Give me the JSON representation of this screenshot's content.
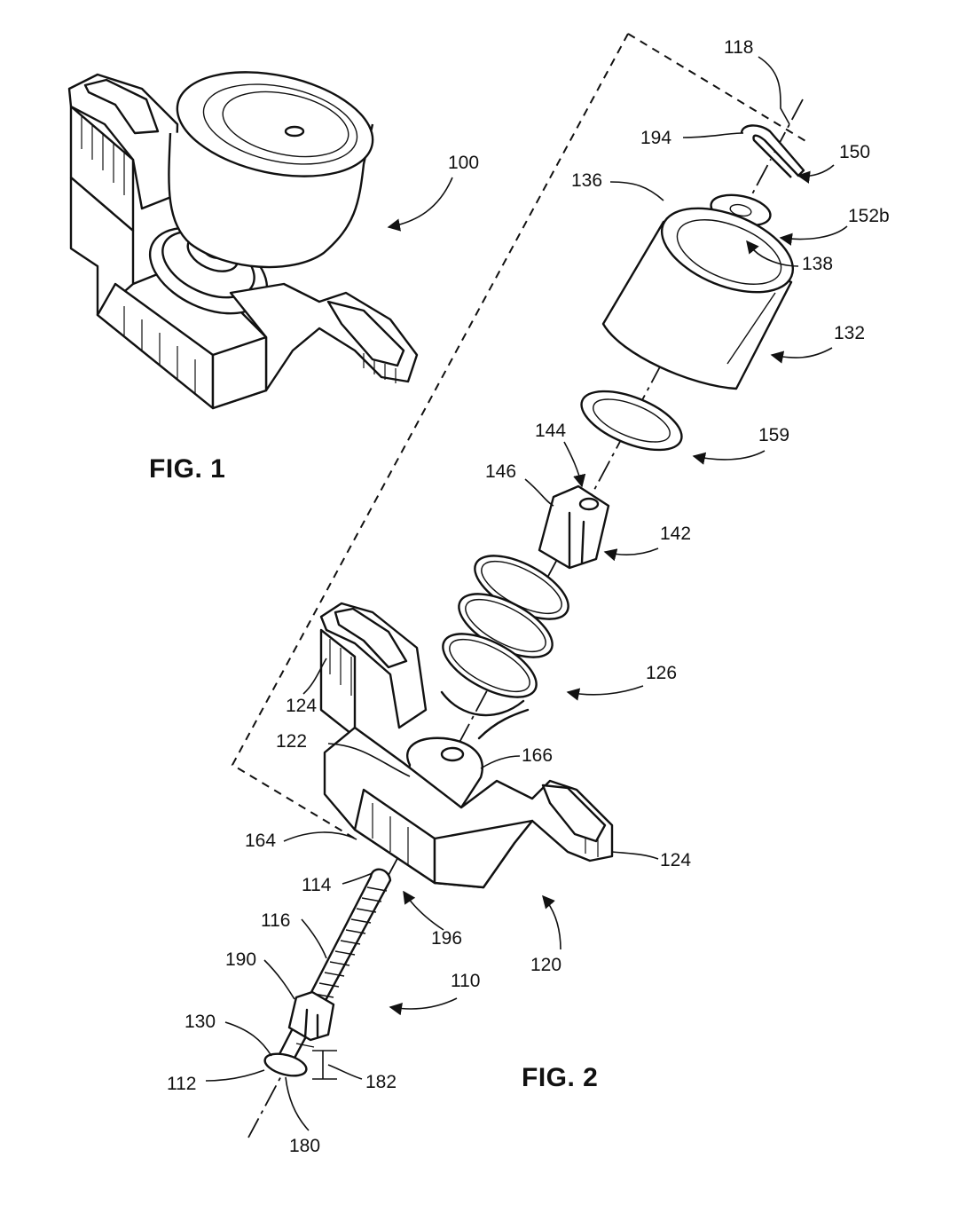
{
  "figures": {
    "fig1_label": "FIG. 1",
    "fig2_label": "FIG. 2"
  },
  "reference_numerals": {
    "r100": "100",
    "r110": "110",
    "r112": "112",
    "r114": "114",
    "r116": "116",
    "r118": "118",
    "r120": "120",
    "r122": "122",
    "r124_upper": "124",
    "r124_lower": "124",
    "r126": "126",
    "r130": "130",
    "r132": "132",
    "r136": "136",
    "r138": "138",
    "r142": "142",
    "r144": "144",
    "r146": "146",
    "r150": "150",
    "r152b": "152b",
    "r159": "159",
    "r164": "164",
    "r166": "166",
    "r180": "180",
    "r182": "182",
    "r190": "190",
    "r194": "194",
    "r196": "196"
  }
}
